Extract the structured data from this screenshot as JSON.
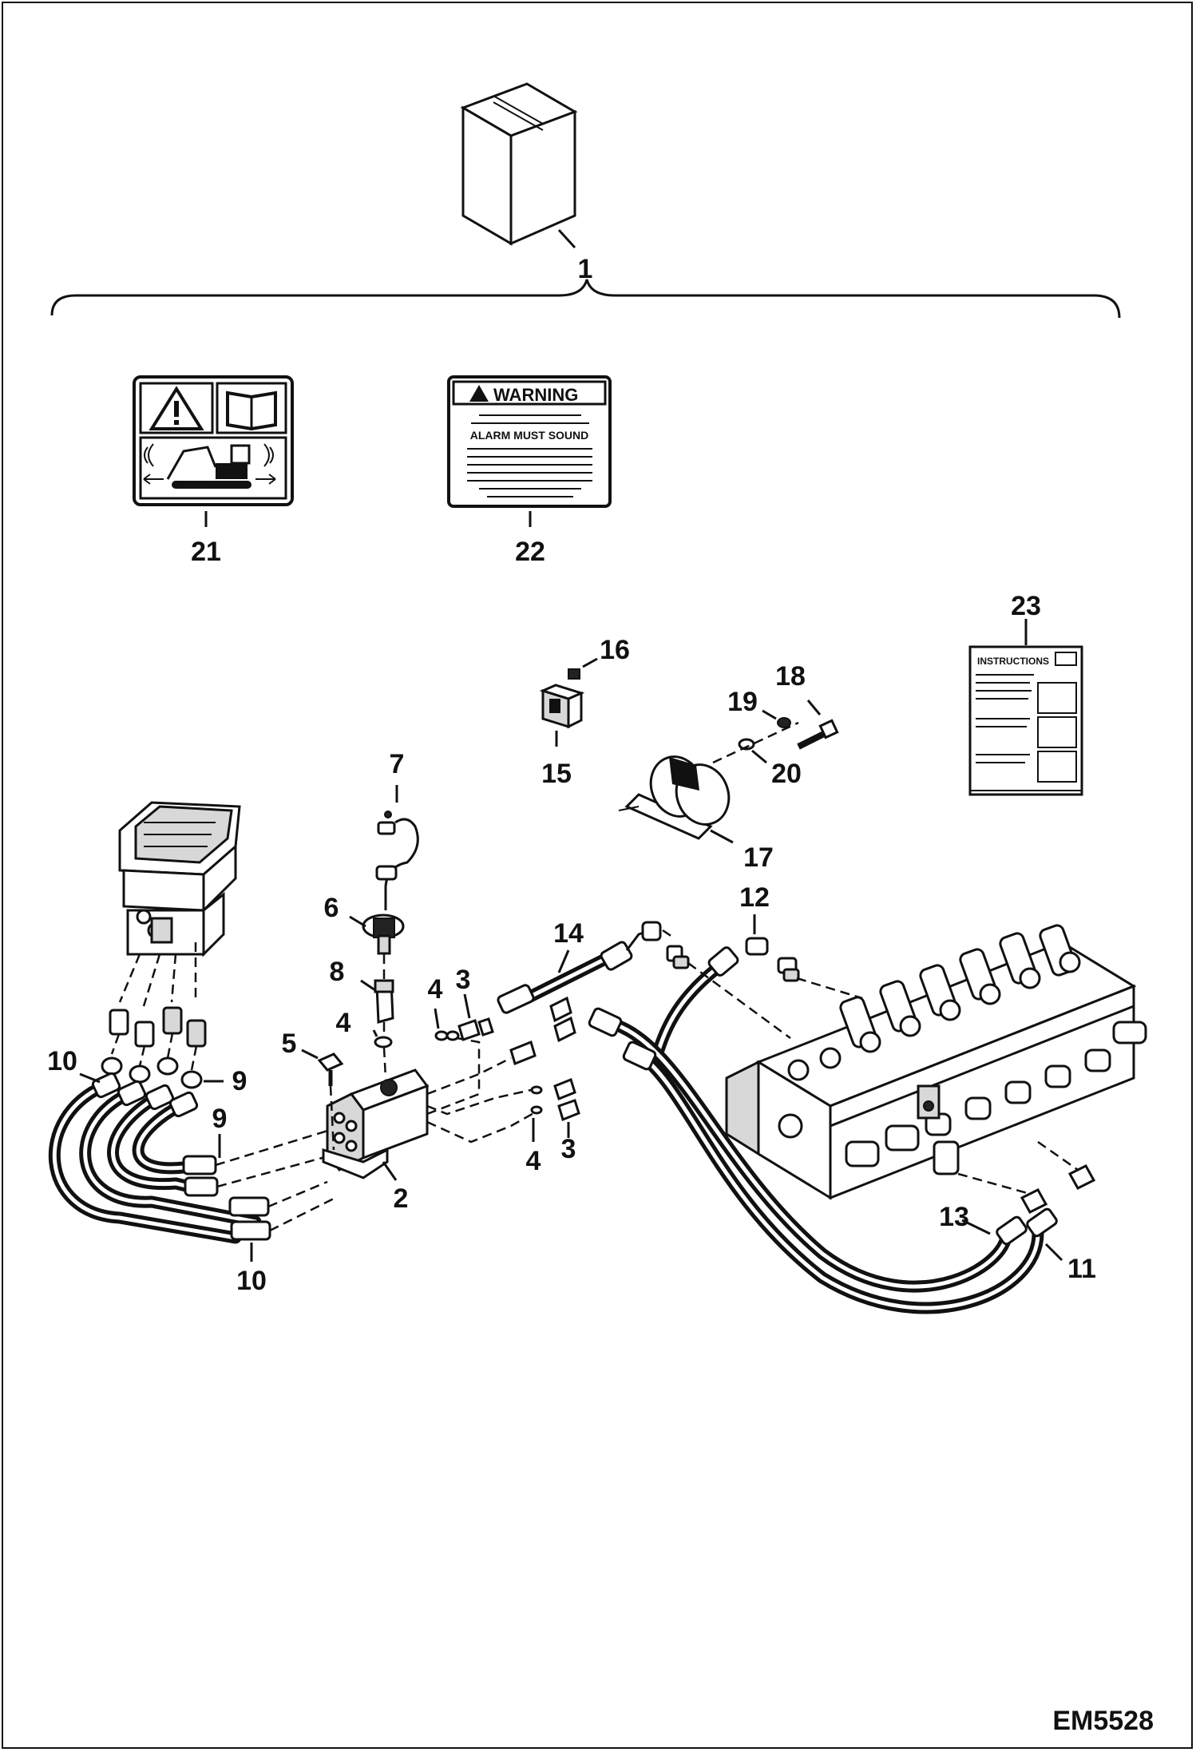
{
  "drawing_code": "EM5528",
  "callouts": {
    "c1": "1",
    "c2": "2",
    "c3a": "3",
    "c3b": "3",
    "c4a": "4",
    "c4b": "4",
    "c4c": "4",
    "c5": "5",
    "c6": "6",
    "c7": "7",
    "c8": "8",
    "c9a": "9",
    "c9b": "9",
    "c10a": "10",
    "c10b": "10",
    "c11": "11",
    "c12": "12",
    "c13": "13",
    "c14": "14",
    "c15": "15",
    "c16": "16",
    "c17": "17",
    "c18": "18",
    "c19": "19",
    "c20": "20",
    "c21": "21",
    "c22": "22",
    "c23": "23"
  },
  "decal_22": {
    "heading": "WARNING",
    "line_bold": "ALARM MUST SOUND"
  },
  "manual_23": {
    "heading": "INSTRUCTIONS"
  },
  "icons": [
    "box-icon",
    "warning-triangle-icon",
    "manual-book-icon",
    "excavator-icon",
    "alarm-sound-icon"
  ]
}
